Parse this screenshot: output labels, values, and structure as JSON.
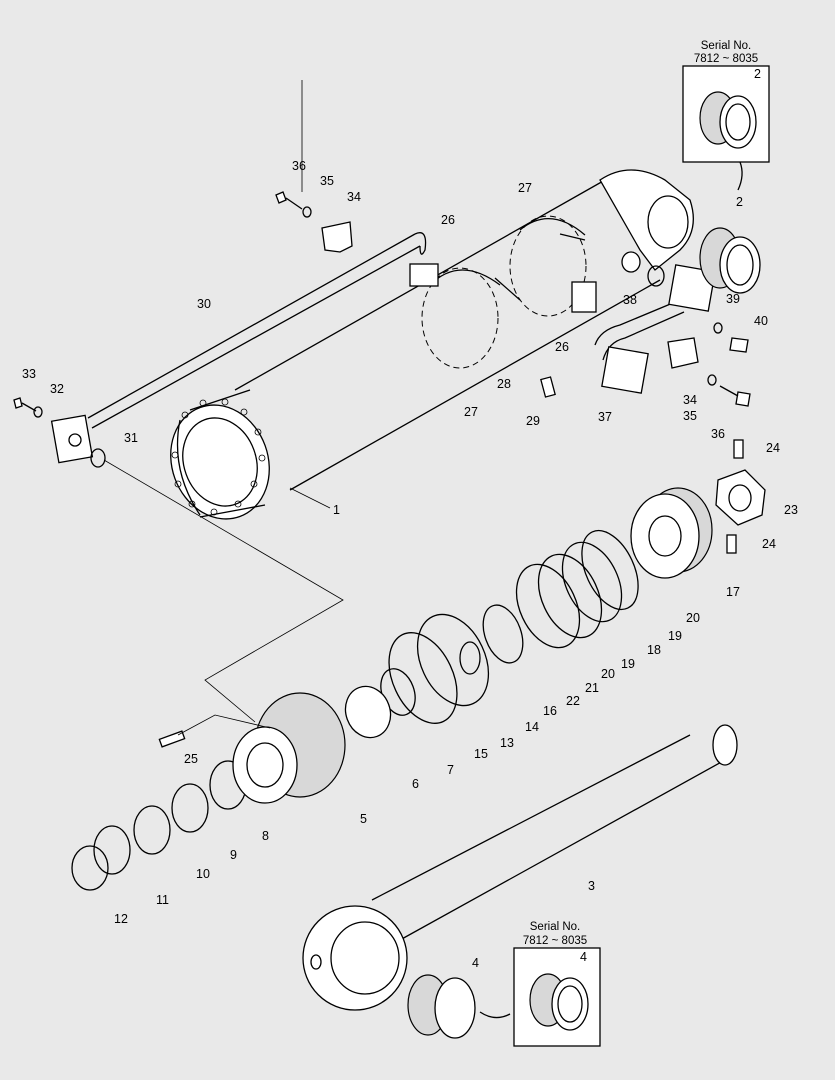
{
  "inset_boxes": [
    {
      "id": "inset-top",
      "serial_label": "Serial No.",
      "serial_range": "7812 ~ 8035",
      "part": "2"
    },
    {
      "id": "inset-bottom",
      "serial_label": "Serial No.",
      "serial_range": "7812 ~ 8035",
      "part": "4"
    }
  ],
  "callouts": [
    "1",
    "2",
    "2",
    "3",
    "4",
    "4",
    "5",
    "6",
    "7",
    "8",
    "9",
    "10",
    "11",
    "12",
    "13",
    "14",
    "15",
    "16",
    "17",
    "18",
    "19",
    "19",
    "20",
    "20",
    "21",
    "22",
    "23",
    "24",
    "24",
    "25",
    "26",
    "26",
    "27",
    "27",
    "28",
    "29",
    "30",
    "31",
    "32",
    "33",
    "34",
    "34",
    "35",
    "35",
    "36",
    "36",
    "37",
    "38",
    "39",
    "40"
  ]
}
